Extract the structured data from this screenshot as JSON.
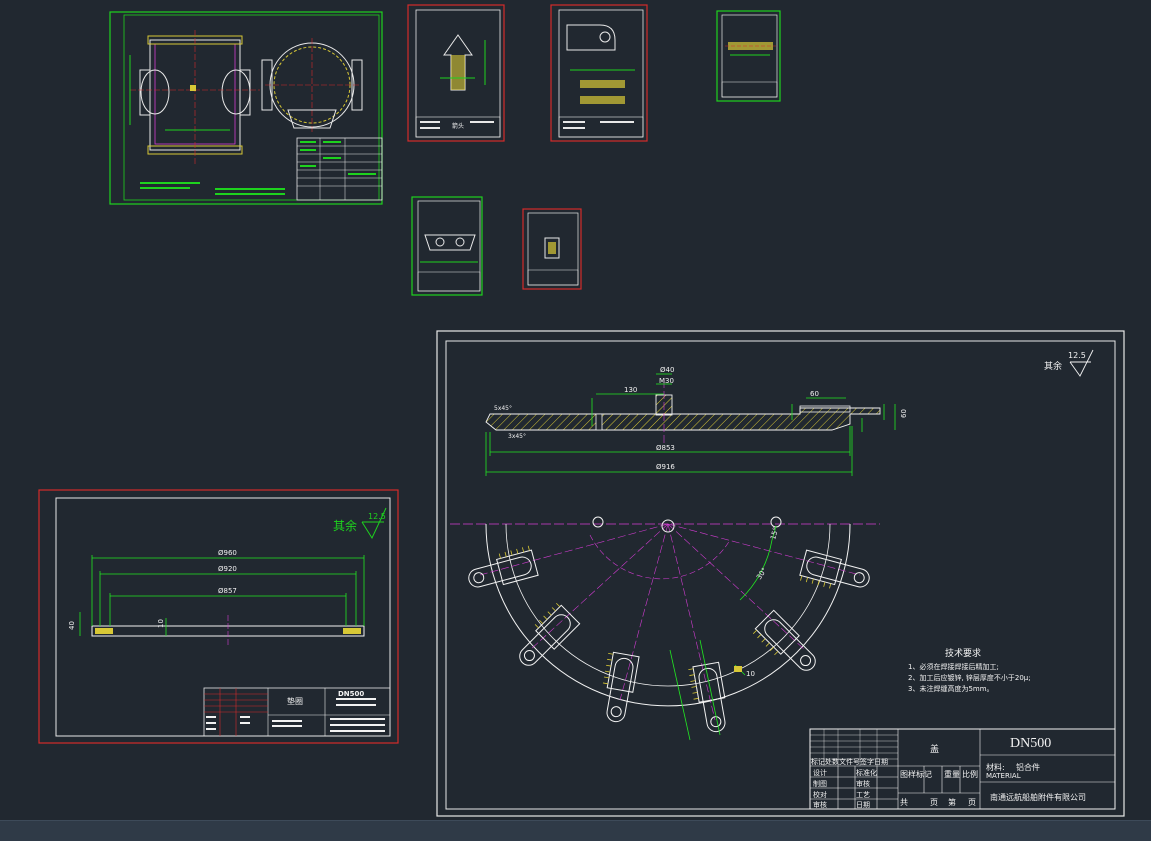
{
  "drawing": {
    "cover_title": "盖",
    "cover_code": "DN500",
    "cover_material_label": "材料:",
    "cover_material": "铝合件",
    "cover_material_en": "MATERIAL",
    "company": "南通远航船舶附件有限公司",
    "roughness_other": "其余",
    "roughness_value": "12.5",
    "tech_title": "技术要求",
    "tech_items": [
      "1、必须在焊接焊接后精加工;",
      "2、加工后应镀锌, 锌层厚度不小于20μ;",
      "3、未注焊缝高度为5mm。"
    ],
    "dims": {
      "d40": "Ø40",
      "m30": "M30",
      "d130": "130",
      "d60a": "60",
      "d60b": "60",
      "d853": "Ø853",
      "d916": "Ø916",
      "cham1": "5x45°",
      "cham2": "3x45°",
      "d15": "15°",
      "d30": "30°",
      "r10": "10"
    },
    "title_block": {
      "head": "标记处数文件号签字日期",
      "rows": [
        [
          "设计",
          "标准化"
        ],
        [
          "制图",
          "审核"
        ],
        [
          "校对",
          "工艺"
        ],
        [
          "审核",
          "日期"
        ]
      ],
      "col_a": "图样标记",
      "col_b": "重量",
      "col_c": "比例",
      "sheet_total": "共",
      "sheet_page": "页",
      "sheet_num": "第",
      "sheet_page2": "页"
    }
  },
  "ring_drawing": {
    "title": "垫圈",
    "code": "DN500",
    "roughness_other": "其余",
    "roughness_value": "12.5",
    "dims": {
      "d960": "Ø960",
      "d920": "Ø920",
      "d857": "Ø857",
      "h40": "40",
      "h10": "10"
    }
  },
  "thumbnails": {
    "small_title_1": "箭头"
  },
  "colors": {
    "background": "#212830",
    "frame_white": "#e8e8e8",
    "frame_green": "#1ed21e",
    "frame_red": "#d42b2b",
    "dim_green": "#22e622",
    "center_magenta": "#d23cd2",
    "hatch_yellow": "#d8c836",
    "part_white": "#f2f2f2"
  }
}
